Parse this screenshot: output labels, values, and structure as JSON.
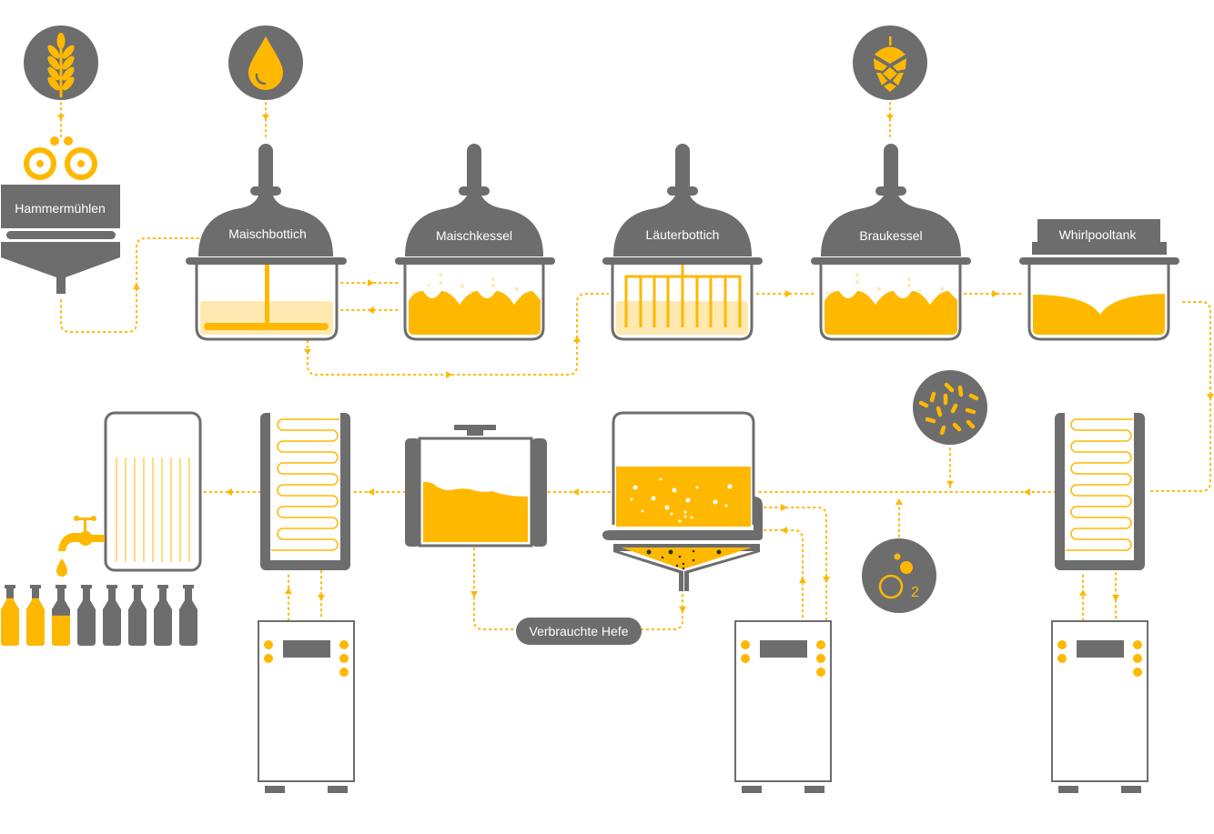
{
  "colors": {
    "gray": "#6d6d6d",
    "amber": "#ffb800",
    "amber_light": "#ffe9b0",
    "white": "#ffffff"
  },
  "ingredients": [
    {
      "name": "grain",
      "icon": "wheat-icon"
    },
    {
      "name": "water",
      "icon": "water-drop-icon"
    },
    {
      "name": "hops",
      "icon": "hops-icon"
    },
    {
      "name": "yeast",
      "icon": "yeast-icon"
    },
    {
      "name": "oxygen",
      "icon": "oxygen-icon",
      "label": "O",
      "subscript": "2"
    }
  ],
  "vessels": {
    "mill": "Hammermühlen",
    "mash_tun": "Maischbottich",
    "mash_kettle": "Maischkessel",
    "lauter_tun": "Läuterbottich",
    "brew_kettle": "Braukessel",
    "whirlpool": "Whirlpooltank"
  },
  "spent_yeast_label": "Verbrauchte Hefe",
  "bottles": {
    "total": 8,
    "full": 2,
    "partial_fill": 0.55
  }
}
